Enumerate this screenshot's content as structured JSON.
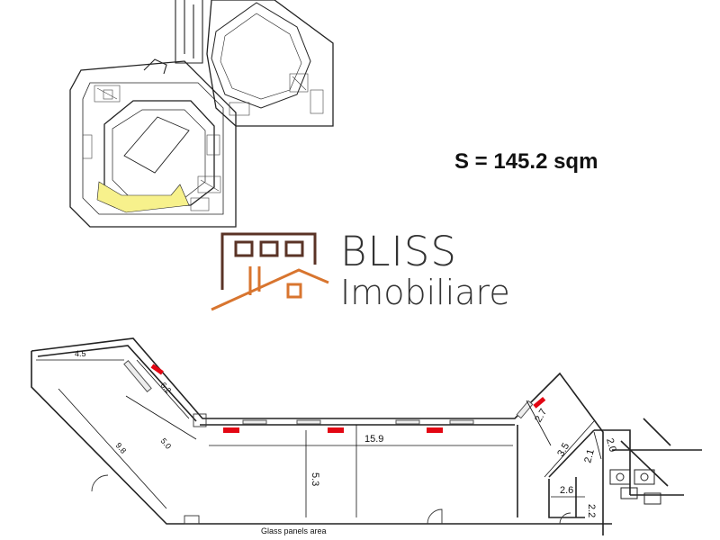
{
  "area_label": "S = 145.2 sqm",
  "logo": {
    "name": "BLISS",
    "subtitle": "Imobiliare",
    "colors": {
      "frame": "#5a3326",
      "roof": "#d8752f",
      "text": "#333333"
    }
  },
  "highlight_color": "#f7f18c",
  "marker_color": "#e30613",
  "plan": {
    "dimensions": [
      "4.5",
      "6.2",
      "9.8",
      "5.0",
      "15.9",
      "5.3",
      "2.7",
      "3.5",
      "2.0",
      "2.1",
      "2.6",
      "2.2"
    ],
    "area_note": "Glass panels area"
  }
}
